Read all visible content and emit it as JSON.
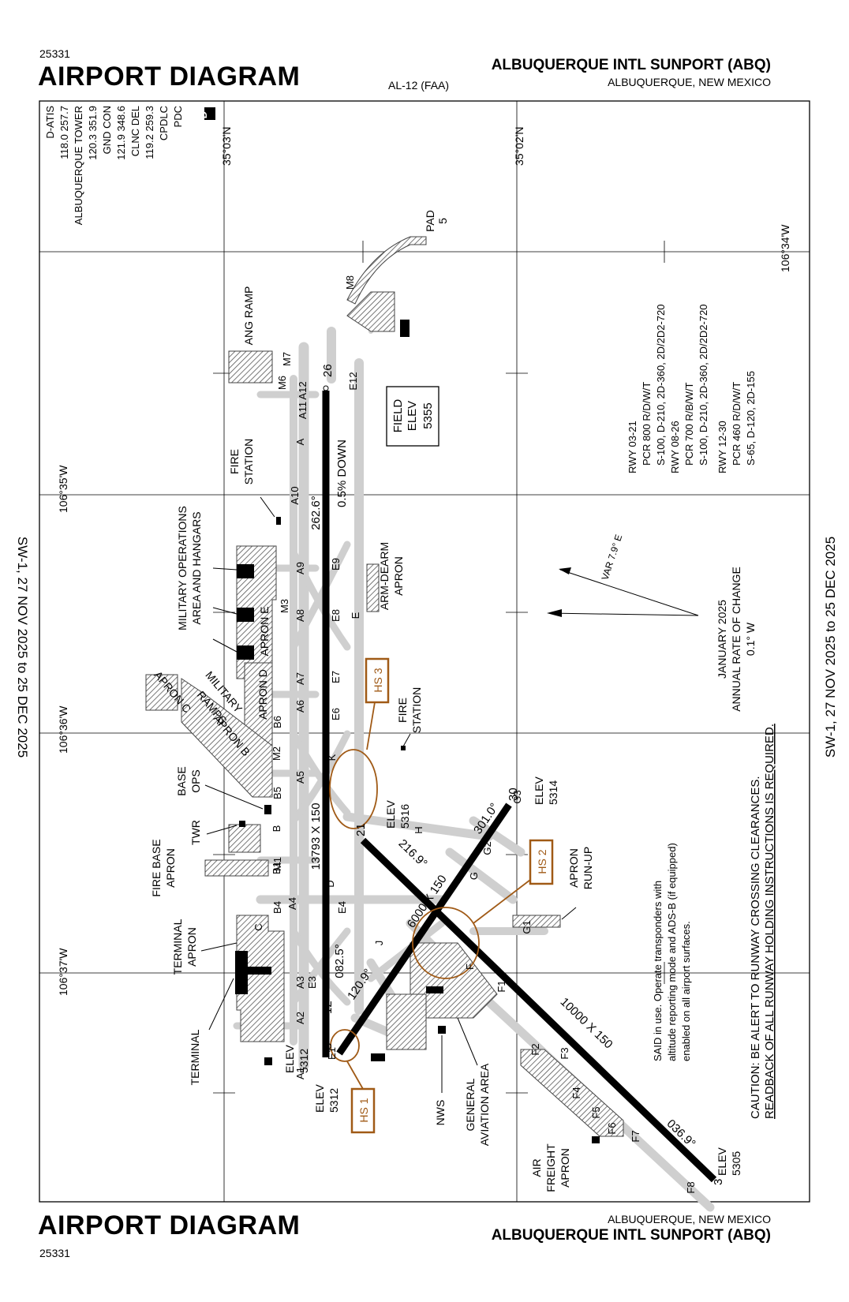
{
  "header": {
    "doc_number": "25331",
    "title": "AIRPORT DIAGRAM",
    "airport_name": "ALBUQUERQUE INTL SUNPORT (ABQ)",
    "city_state": "ALBUQUERQUE, NEW MEXICO",
    "chart_id": "AL-12 (FAA)"
  },
  "footer": {
    "title": "AIRPORT DIAGRAM",
    "doc_number": "25331",
    "city_state": "ALBUQUERQUE, NEW MEXICO",
    "airport_name": "ALBUQUERQUE INTL SUNPORT (ABQ)"
  },
  "effective": {
    "left": "SW-1, 27 NOV 2025 to 25 DEC 2025",
    "right": "SW-1, 27 NOV 2025 to 25 DEC 2025"
  },
  "frequencies": [
    {
      "name": "D-ATIS",
      "value": "118.0 257.7"
    },
    {
      "name": "ALBUQUERQUE TOWER",
      "value": "120.3 351.9"
    },
    {
      "name": "GND CON",
      "value": "121.9 348.6"
    },
    {
      "name": "CLNC DEL",
      "value": "119.2 259.3"
    },
    {
      "name": "CPDLC",
      "value": ""
    },
    {
      "name": "PDC",
      "value": ""
    }
  ],
  "pdc_badge": "D",
  "coordinates": {
    "lat1": "35°03'N",
    "lat2": "35°02'N",
    "lon1": "106°34'W",
    "lon2": "106°35'W",
    "lon3": "106°36'W",
    "lon4": "106°37'W"
  },
  "runway_data": [
    {
      "rwy": "RWY 03-21",
      "pcr": "PCR 800 R/D/W/T",
      "strength": "S-100, D-210, 2D-360, 2D/2D2-720"
    },
    {
      "rwy": "RWY 08-26",
      "pcr": "PCR 700 R/B/W/T",
      "strength": "S-100, D-210, 2D-360, 2D/2D2-720"
    },
    {
      "rwy": "RWY 12-30",
      "pcr": "PCR 460 R/D/W/T",
      "strength": "S-65, D-120, 2D-155"
    }
  ],
  "magnetic": {
    "variation": "VAR 7.9° E",
    "epoch": "JANUARY 2025",
    "rate_title": "ANNUAL RATE OF CHANGE",
    "rate": "0.1° W"
  },
  "caution": {
    "line1": "CAUTION: BE ALERT TO RUNWAY CROSSING CLEARANCES.",
    "line2": "READBACK OF ALL RUNWAY HOLDING INSTRUCTIONS IS REQUIRED."
  },
  "said_note": {
    "line1": "SAID in use. Operate transponders with",
    "line2": "altitude reporting mode and ADS-B (if equipped)",
    "line3": "enabled on all airport surfaces."
  },
  "field_elev": {
    "label1": "FIELD",
    "label2": "ELEV",
    "value": "5355"
  },
  "runways": {
    "main_dims": "13793 X 150",
    "main_hdg_w": "262.6°",
    "main_hdg_e": "082.5°",
    "slope": "0.5% DOWN",
    "rwy03_dims": "10000 X 150",
    "rwy03_hdg_sw": "036.9°",
    "rwy03_hdg_ne": "216.9°",
    "rwy12_dims": "6000 X 150",
    "rwy12_hdg_nw": "301.0°",
    "rwy12_hdg_se": "120.9°",
    "ends": {
      "r8": "8",
      "r26": "26",
      "r3": "3",
      "r21": "21",
      "r12": "12",
      "r30": "30"
    }
  },
  "elevations": {
    "e5312a": "5312",
    "e5312b": "5312",
    "e5316": "5316",
    "e5314": "5314",
    "e5305": "5305",
    "elev": "ELEV"
  },
  "hot_spots": [
    "HS 1",
    "HS 2",
    "HS 3"
  ],
  "labels": {
    "terminal": "TERMINAL",
    "terminal_apron1": "TERMINAL",
    "terminal_apron2": "APRON",
    "fire_base1": "FIRE BASE",
    "fire_base2": "APRON",
    "twr": "TWR",
    "base_ops1": "BASE",
    "base_ops2": "OPS",
    "mil_ops1": "MILITARY OPERATIONS",
    "mil_ops2": "AREA AND HANGARS",
    "fire_station1": "FIRE",
    "fire_station2": "STATION",
    "fire_station3": "FIRE",
    "fire_station4": "STATION",
    "ang_ramp": "ANG RAMP",
    "pad1": "PAD",
    "pad2": "5",
    "arm_dearm1": "ARM-DEARM",
    "arm_dearm2": "APRON",
    "apron_e": "APRON E",
    "apron_d": "APRON D",
    "apron_b": "APRON B",
    "apron_c": "APRON C",
    "military_ramps1": "MILITARY",
    "military_ramps2": "RAMPS",
    "apron_runup1": "APRON",
    "apron_runup2": "RUN-UP",
    "nws": "NWS",
    "ga1": "GENERAL",
    "ga2": "AVIATION AREA",
    "air_freight1": "AIR",
    "air_freight2": "FREIGHT",
    "air_freight3": "APRON"
  },
  "taxiways": {
    "A": "A",
    "A1": "A1",
    "A2": "A2",
    "A3": "A3",
    "A4": "A4",
    "A5": "A5",
    "A6": "A6",
    "A7": "A7",
    "A8": "A8",
    "A9": "A9",
    "A10": "A10",
    "A11": "A11",
    "A12": "A12",
    "B": "B",
    "B1": "B1",
    "B4": "B4",
    "B5": "B5",
    "B6": "B6",
    "C": "C",
    "D": "D",
    "E": "E",
    "E1": "E1",
    "E3": "E3",
    "E4": "E4",
    "E6": "E6",
    "E7": "E7",
    "E8": "E8",
    "E9": "E9",
    "E12": "E12",
    "F": "F",
    "F1": "F1",
    "F2": "F2",
    "F3": "F3",
    "F4": "F4",
    "F5": "F5",
    "F6": "F6",
    "F7": "F7",
    "F8": "F8",
    "G": "G",
    "G1": "G1",
    "G2": "G2",
    "G3": "G3",
    "H": "H",
    "J": "J",
    "K": "K",
    "M1": "M1",
    "M2": "M2",
    "M3": "M3",
    "M6": "M6",
    "M7": "M7",
    "M8": "M8"
  },
  "colors": {
    "hotspot": "#a05a16",
    "pavement": "#cfcfcf",
    "runway": "#000000",
    "building": "#000000"
  }
}
